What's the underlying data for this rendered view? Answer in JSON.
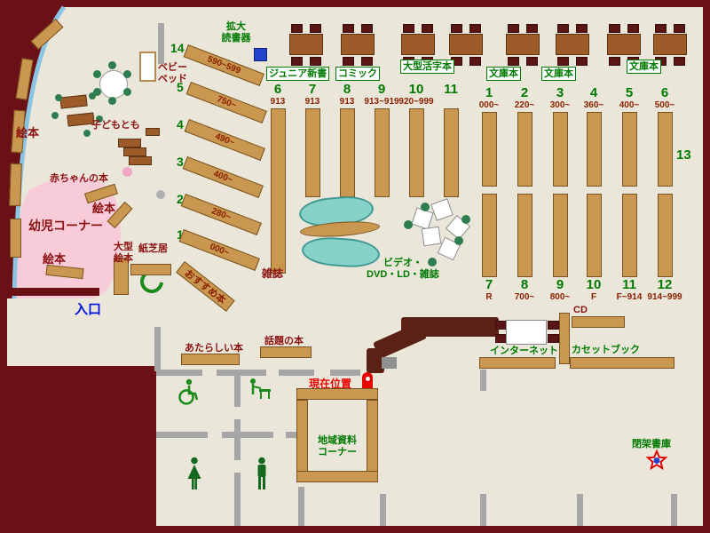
{
  "colors": {
    "outer_wall": "#6a1016",
    "floor": "#eae7da",
    "shelf": "#c9974f",
    "kids_area_pink": "#f8cbd9",
    "magazine_cyan": "#86d2c9",
    "window_blue": "#8cc4e4",
    "text_green": "#007a00",
    "text_maroon": "#8b1010",
    "text_red": "#ef0000",
    "text_blue": "#0013e6",
    "counter_brown": "#5a2114",
    "wall_gray": "#a6a6a6"
  },
  "top": {
    "magnifier": "拡大\n読書器",
    "categories": {
      "junior": "ジュニア新書",
      "comic": "コミック",
      "large_print": "大型活字本",
      "bunko1": "文庫本",
      "bunko2": "文庫本",
      "bunko3": "文庫本"
    }
  },
  "kids": {
    "ehon1": "絵本",
    "ehon2": "絵本",
    "ehon3": "絵本",
    "baby_books": "赤ちゃんの本",
    "kids_corner": "幼児コーナー",
    "kodomo": "子どもとも",
    "baby_bed": "ベビー\nベッド",
    "large_ehon": "大型\n絵本",
    "kamishibai": "紙芝居",
    "recommended": "おすすめ本"
  },
  "entrance": "入口",
  "center": {
    "magazines": "雑誌",
    "video": "ビデオ・\nDVD・LD・雑誌"
  },
  "diagonal_shelves": [
    {
      "num": "14",
      "range": "590~599"
    },
    {
      "num": "5",
      "range": "750~"
    },
    {
      "num": "4",
      "range": "490~"
    },
    {
      "num": "3",
      "range": "400~"
    },
    {
      "num": "2",
      "range": "280~"
    },
    {
      "num": "1",
      "range": "000~"
    }
  ],
  "left_shelves": [
    {
      "num": "6",
      "range": "913"
    },
    {
      "num": "7",
      "range": "913"
    },
    {
      "num": "8",
      "range": "913"
    },
    {
      "num": "9",
      "range": "913~919"
    },
    {
      "num": "10",
      "range": "920~999"
    },
    {
      "num": "11",
      "range": ""
    }
  ],
  "right_shelves_top": [
    {
      "num": "1",
      "range": "000~"
    },
    {
      "num": "2",
      "range": "220~"
    },
    {
      "num": "3",
      "range": "300~"
    },
    {
      "num": "4",
      "range": "360~"
    },
    {
      "num": "5",
      "range": "400~"
    },
    {
      "num": "6",
      "range": "500~"
    }
  ],
  "right_shelves_bottom": [
    {
      "num": "7",
      "range": "R"
    },
    {
      "num": "8",
      "range": "700~"
    },
    {
      "num": "9",
      "range": "800~"
    },
    {
      "num": "10",
      "range": "F"
    },
    {
      "num": "11",
      "range": "F~914"
    },
    {
      "num": "12",
      "range": "914~999"
    }
  ],
  "shelf13": "13",
  "bottom": {
    "cd": "CD",
    "internet": "インターネット",
    "cassette": "カセットブック",
    "new_books": "あたらしい本",
    "topical": "話題の本",
    "current": "現在位置",
    "local": "地域資料\nコーナー",
    "closed_stacks": "閉架書庫"
  }
}
